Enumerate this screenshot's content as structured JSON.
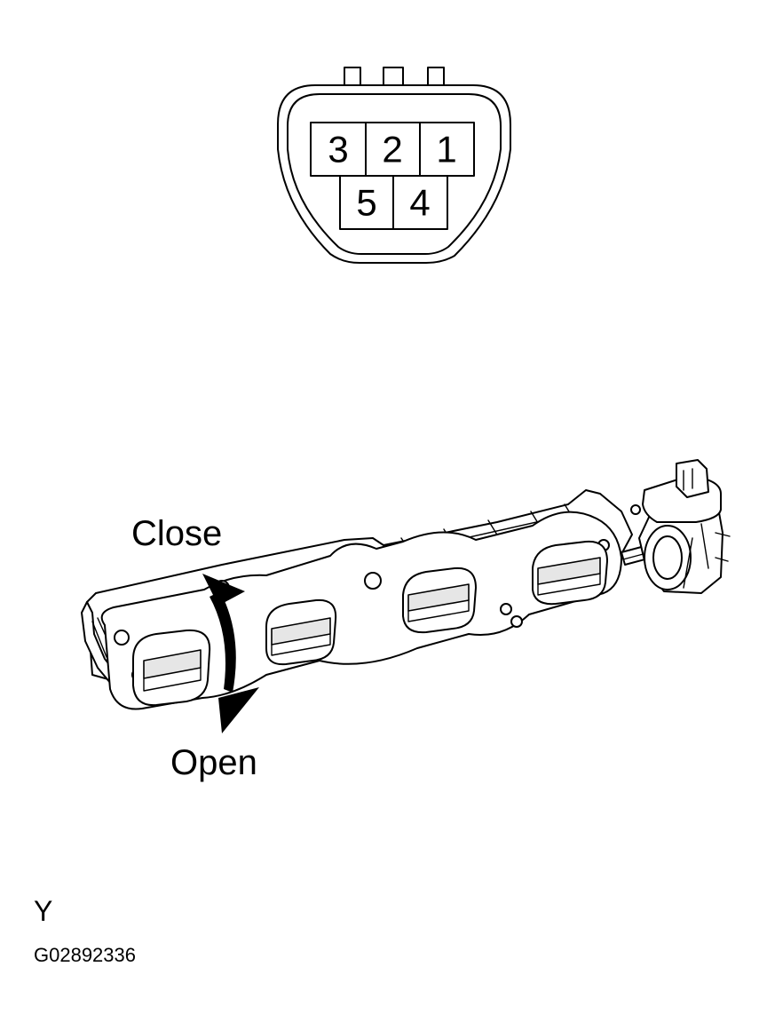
{
  "connector": {
    "pins_top_row": [
      "3",
      "2",
      "1"
    ],
    "pins_bottom_row": [
      "5",
      "4"
    ]
  },
  "labels": {
    "close": "Close",
    "open": "Open"
  },
  "footer": {
    "section_letter": "Y",
    "figure_code": "G02892336"
  }
}
